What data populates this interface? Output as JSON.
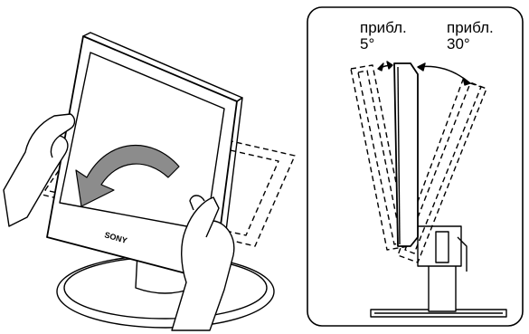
{
  "left_figure": {
    "brand": "SONY"
  },
  "right_figure": {
    "forward_tilt": {
      "word": "прибл.",
      "value": "5°"
    },
    "backward_tilt": {
      "word": "прибл.",
      "value": "30°"
    }
  }
}
